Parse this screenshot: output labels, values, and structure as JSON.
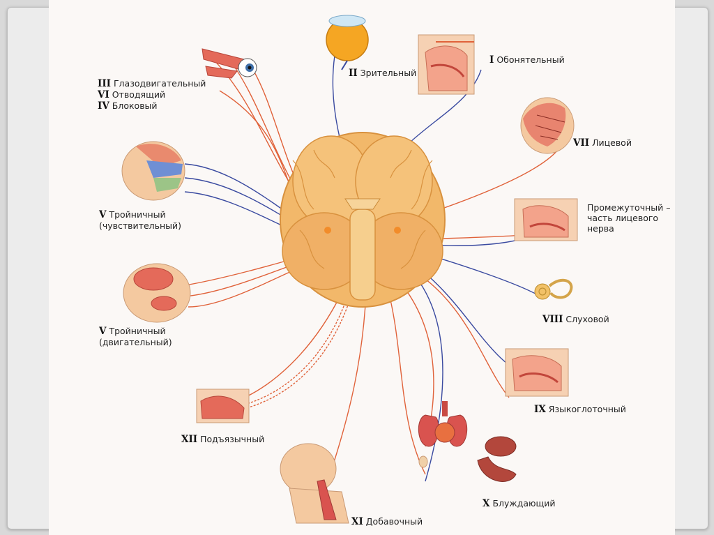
{
  "nerves": {
    "n1": {
      "numeral": "I",
      "name": "Обонятельный"
    },
    "n2": {
      "numeral": "II",
      "name": "Зрительный"
    },
    "n3": {
      "numeral": "III",
      "name": "Глазодвигательный"
    },
    "n6": {
      "numeral": "VI",
      "name": "Отводящий"
    },
    "n4": {
      "numeral": "IV",
      "name": "Блоковый"
    },
    "n5s": {
      "numeral": "V",
      "name": "Тройничный",
      "sub": "(чувствительный)"
    },
    "n5m": {
      "numeral": "V",
      "name": "Тройничный",
      "sub": "(двигательный)"
    },
    "n7": {
      "numeral": "VII",
      "name": "Лицевой"
    },
    "n7i": {
      "line1": "Промежуточный –",
      "line2": "часть лицевого",
      "line3": "нерва"
    },
    "n8": {
      "numeral": "VIII",
      "name": "Слуховой"
    },
    "n9": {
      "numeral": "IX",
      "name": "Языкоглоточный"
    },
    "n10": {
      "numeral": "X",
      "name": "Блуждающий"
    },
    "n11": {
      "numeral": "XI",
      "name": "Добавочный"
    },
    "n12": {
      "numeral": "XII",
      "name": "Подъязычный"
    }
  },
  "colors": {
    "motor": "#e0623a",
    "sensory": "#3a4aa0",
    "brain": "#f2b86a",
    "skin": "#f4c9a0",
    "muscle": "#d9534f"
  }
}
